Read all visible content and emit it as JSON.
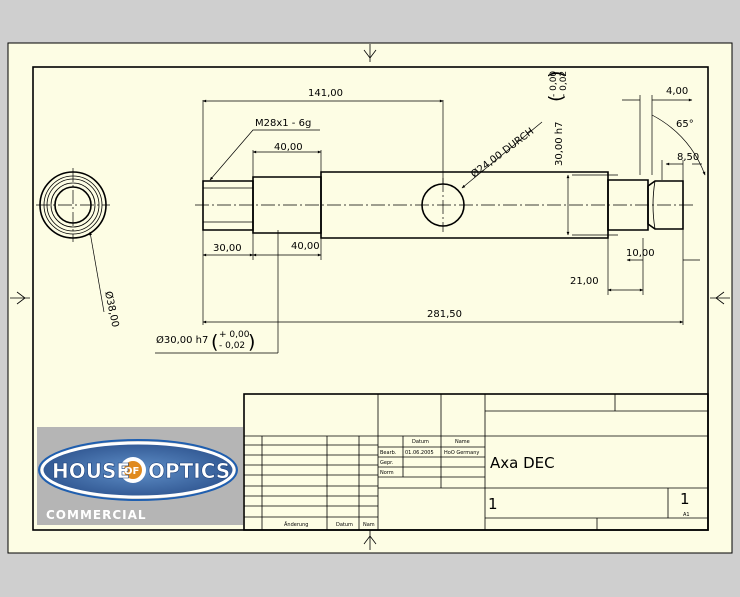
{
  "dimensions": {
    "overall_length": "281,50",
    "length_141": "141,00",
    "thread_spec": "M28x1 - 6g",
    "thread_len": "40,00",
    "step_len": "40,00",
    "left_len": "30,00",
    "hole_dia": "Ø24,00 DURCH",
    "shaft_dia": "30,00 h7",
    "shaft_tol_upper": "- 0,00",
    "shaft_tol_lower": "- 0,02",
    "right_4": "4,00",
    "right_8_5": "8,50",
    "angle": "65°",
    "right_10": "10,00",
    "right_21": "21,00",
    "end_view_dia": "Ø38,00",
    "bottom_dia": "Ø30,00 h7",
    "bottom_tol_upper": "+ 0,00",
    "bottom_tol_lower": "- 0,02"
  },
  "title_block": {
    "col_datum": "Datum",
    "col_name": "Name",
    "row_bearb": "Bearb.",
    "row_gepr": "Gepr.",
    "row_norm": "Norm",
    "bearb_date": "01.06.2005",
    "bearb_name": "HoO Germany",
    "title": "Axa DEC",
    "drawing_no": "1",
    "sheet": "1",
    "sheet_small": "A1",
    "footer_change": "Änderung",
    "footer_date": "Datum",
    "footer_name": "Nam"
  },
  "logo": {
    "text_part1": "HOUSE",
    "text_of": "OF",
    "text_part2": "OPTICS",
    "subtitle": "COMMERCIAL"
  },
  "colors": {
    "background": "#cfcfcf",
    "sheet": "#fdfde4",
    "logo_blue": "#1f5fb0"
  }
}
